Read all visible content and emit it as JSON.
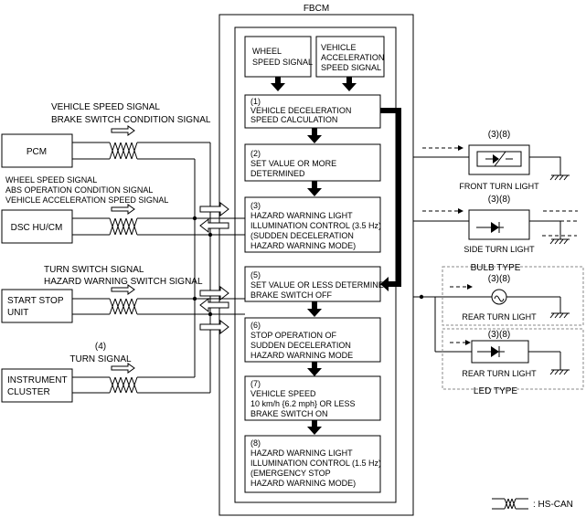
{
  "fbcm": {
    "title": "FBCM",
    "inputs": {
      "wheel": [
        "WHEEL",
        "SPEED SIGNAL"
      ],
      "accel": [
        "VEHICLE",
        "ACCELERATION",
        "SPEED SIGNAL"
      ]
    },
    "steps": [
      [
        "(1)",
        "VEHICLE DECELERATION",
        "SPEED CALCULATION"
      ],
      [
        "(2)",
        "SET VALUE OR MORE",
        "DETERMINED"
      ],
      [
        "(3)",
        "HAZARD WARNING LIGHT",
        "ILLUMINATION CONTROL (3.5 Hz)",
        "(SUDDEN DECELERATION",
        "HAZARD WARNING MODE)"
      ],
      [
        "(5)",
        "SET VALUE OR LESS DETERMINED",
        "BRAKE SWITCH OFF"
      ],
      [
        "(6)",
        "STOP OPERATION OF",
        "SUDDEN DECELERATION",
        "HAZARD WARNING MODE"
      ],
      [
        "(7)",
        "VEHICLE SPEED",
        "10 km/h {6.2 mph} OR LESS",
        "BRAKE SWITCH ON"
      ],
      [
        "(8)",
        "HAZARD WARNING LIGHT",
        "ILLUMINATION CONTROL (1.5 Hz)",
        "(EMERGENCY STOP",
        "HAZARD WARNING MODE)"
      ]
    ]
  },
  "modules": {
    "pcm": "PCM",
    "dsc": "DSC HU/CM",
    "ssu": [
      "START STOP",
      "UNIT"
    ],
    "cluster": [
      "INSTRUMENT",
      "CLUSTER"
    ]
  },
  "signals": {
    "pcm": [
      "VEHICLE SPEED SIGNAL",
      "BRAKE SWITCH CONDITION SIGNAL"
    ],
    "dsc": [
      "WHEEL SPEED SIGNAL",
      "ABS OPERATION CONDITION SIGNAL",
      "VEHICLE ACCELERATION SPEED SIGNAL"
    ],
    "ssu": [
      "TURN SWITCH SIGNAL",
      "HAZARD WARNING SWITCH SIGNAL"
    ],
    "cluster": [
      "(4)",
      "TURN SIGNAL"
    ]
  },
  "lights": {
    "front": {
      "ref": "(3)(8)",
      "label": "FRONT TURN LIGHT"
    },
    "side": {
      "ref": "(3)(8)",
      "label": "SIDE TURN LIGHT"
    },
    "bulb_type": "BULB TYPE",
    "rear_bulb": {
      "ref": "(3)(8)",
      "label": "REAR TURN LIGHT"
    },
    "rear_led": {
      "ref": "(3)(8)",
      "label": "REAR TURN LIGHT"
    },
    "led_type": "LED TYPE"
  },
  "legend": {
    "label": ": HS-CAN"
  }
}
